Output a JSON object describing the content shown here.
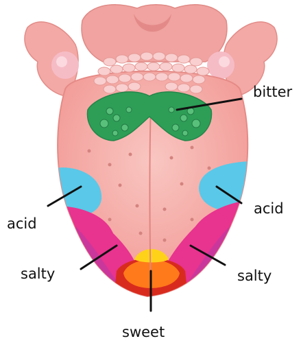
{
  "labels": {
    "bitter": "bitter",
    "acid_left": "acid",
    "acid_right": "acid",
    "salty_left": "salty",
    "salty_right": "salty",
    "sweet": "sweet"
  },
  "colors": {
    "tongue": "#f4a7a3",
    "tongue_light": "#f8bfbb",
    "tongue_outline": "#e58a86",
    "bitter_zone": "#2e9e57",
    "acid_zone": "#5ac8e8",
    "salty_zone": "#e8338f",
    "salty_dark": "#b03aa8",
    "sweet_outer": "#d82b1e",
    "sweet_inner": "#ff7a1a",
    "sweet_tip": "#ffd21a",
    "pointer_line": "#111111"
  }
}
